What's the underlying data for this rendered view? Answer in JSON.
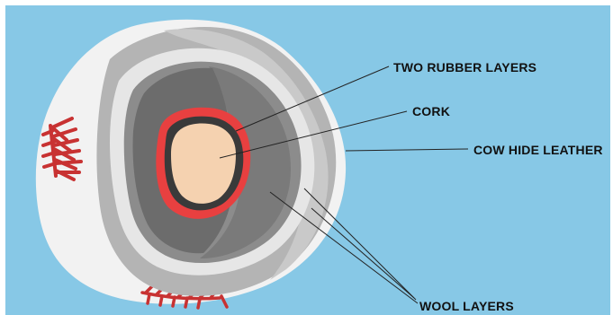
{
  "colors": {
    "background": "#ffffff",
    "sky": "#87c8e6",
    "leather_white": "#f2f2f2",
    "seam_red": "#c83232",
    "wool_light": "#b4b4b4",
    "wool_mid": "#8c8c8c",
    "wool_dark": "#6c6c6c",
    "rubber_red": "#e84040",
    "rubber_dark": "#3a3a3a",
    "cork": "#f5d2b0"
  },
  "labels": {
    "two_rubber_layers": "TWO RUBBER LAYERS",
    "cork": "CORK",
    "cow_hide_leather": "COW HIDE LEATHER",
    "wool_layers": "WOOL LAYERS"
  }
}
